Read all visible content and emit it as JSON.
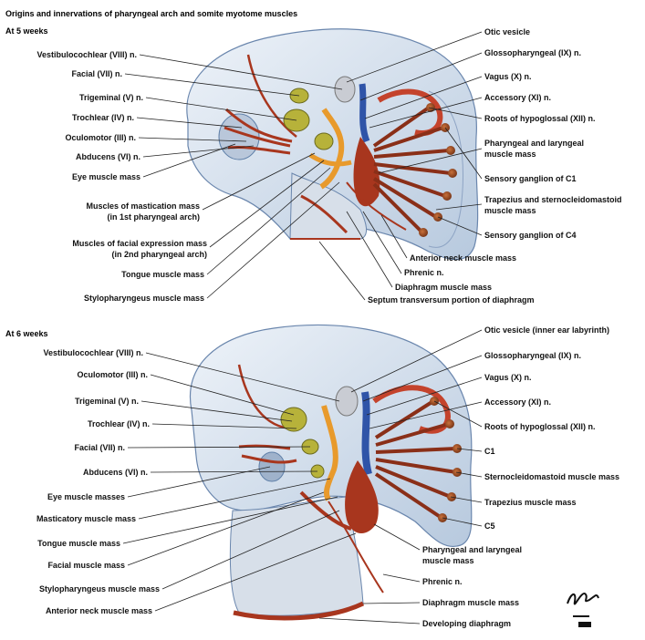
{
  "title": "Origins and innervations of pharyngeal arch and somite myotome muscles",
  "panels": [
    {
      "heading": "At 5 weeks",
      "left_labels": [
        "Vestibulocochlear (VIII) n.",
        "Facial (VII) n.",
        "Trigeminal (V) n.",
        "Trochlear (IV) n.",
        "Oculomotor (III) n.",
        "Abducens (VI) n.",
        "Eye muscle mass",
        "Muscles of mastication mass",
        "(in 1st pharyngeal arch)",
        "Muscles of facial expression mass",
        "(in 2nd pharyngeal arch)",
        "Tongue muscle mass",
        "Stylopharyngeus muscle mass"
      ],
      "right_labels": [
        "Otic vesicle",
        "Glossopharyngeal (IX) n.",
        "Vagus (X) n.",
        "Accessory (XI) n.",
        "Roots of hypoglossal (XII) n.",
        "Pharyngeal and laryngeal",
        "muscle mass",
        "Sensory ganglion of C1",
        "Trapezius and sternocleidomastoid",
        "muscle mass",
        "Sensory ganglion of C4",
        "Anterior neck muscle mass",
        "Phrenic n.",
        "Diaphragm muscle mass",
        "Septum transversum portion of diaphragm"
      ]
    },
    {
      "heading": "At 6 weeks",
      "left_labels": [
        "Vestibulocochlear (VIII) n.",
        "Oculomotor (III) n.",
        "Trigeminal (V) n.",
        "Trochlear (IV) n.",
        "Facial (VII) n.",
        "Abducens (VI) n.",
        "Eye muscle masses",
        "Masticatory muscle mass",
        "Tongue muscle mass",
        "Facial muscle mass",
        "Stylopharyngeus muscle mass",
        "Anterior neck muscle mass"
      ],
      "right_labels": [
        "Otic vesicle (inner ear labyrinth)",
        "Glossopharyngeal (IX) n.",
        "Vagus (X) n.",
        "Accessory (XI) n.",
        "Roots of hypoglossal (XII) n.",
        "C1",
        "Sternocleidomastoid muscle mass",
        "Trapezius muscle mass",
        "C5",
        "Pharyngeal and laryngeal",
        "muscle mass",
        "Phrenic n.",
        "Diaphragm muscle mass",
        "Developing diaphragm"
      ]
    }
  ],
  "colors": {
    "embryo": "#cfdcec",
    "embryo_edge": "#5e7fa8",
    "muscle": "#a8361e",
    "nerve_yellow": "#b7b23a",
    "nerve_orange": "#e89a2c",
    "vagus_blue": "#2f54a8",
    "otic": "#c9ccd3"
  }
}
